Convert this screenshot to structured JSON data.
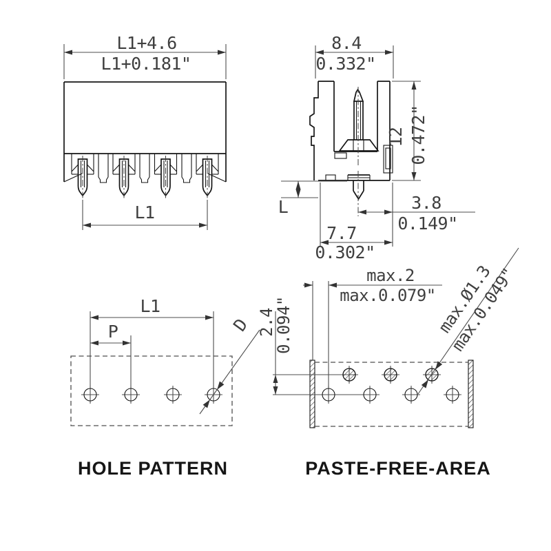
{
  "front_view": {
    "width_mm": "L1+4.6",
    "width_in": "L1+0.181\"",
    "span": "L1"
  },
  "side_view": {
    "width_mm": "8.4",
    "width_in": "0.332\"",
    "height_mm": "12",
    "height_in": "0.472\"",
    "pin_length": "L",
    "offset_mm": "3.8",
    "offset_in": "0.149\"",
    "body_mm": "7.7",
    "body_in": "0.302\""
  },
  "hole_pattern": {
    "title": "HOLE PATTERN",
    "span": "L1",
    "pitch": "P",
    "diameter": "D"
  },
  "paste_free_area": {
    "title": "PASTE-FREE-AREA",
    "edge_mm": "max.2",
    "edge_in": "max.0.079\"",
    "offset_mm": "2.4",
    "offset_in": "0.094\"",
    "hole_mm": "max.Ø1.3",
    "hole_in": "max.0.049\""
  }
}
